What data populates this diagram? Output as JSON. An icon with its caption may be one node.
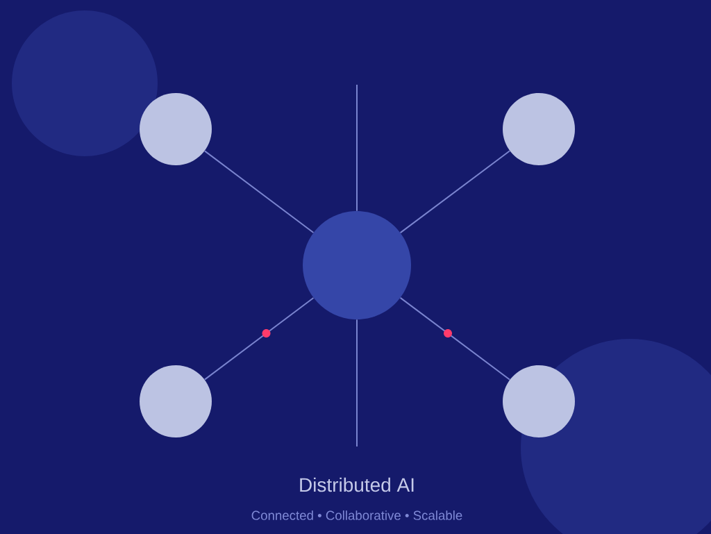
{
  "diagram": {
    "title": "Distributed AI",
    "caption": "Connected • Collaborative • Scalable",
    "nodes": [
      {
        "text": [],
        "shape": "circle"
      },
      {
        "text": [],
        "shape": "circle"
      },
      {
        "text": [],
        "shape": "circle"
      },
      {
        "text": [],
        "shape": "circle"
      },
      {
        "text": [],
        "shape": "circle"
      }
    ],
    "edges": [
      {
        "from": 2,
        "to": 0,
        "arrow": "none"
      },
      {
        "from": 2,
        "to": 1,
        "arrow": "none"
      },
      {
        "from": 2,
        "to": 3,
        "arrow": "none"
      },
      {
        "from": 2,
        "to": 4,
        "arrow": "none"
      },
      {
        "from": 2,
        "to": null,
        "arrow": "none"
      },
      {
        "from": 2,
        "to": null,
        "arrow": "none"
      }
    ]
  }
}
